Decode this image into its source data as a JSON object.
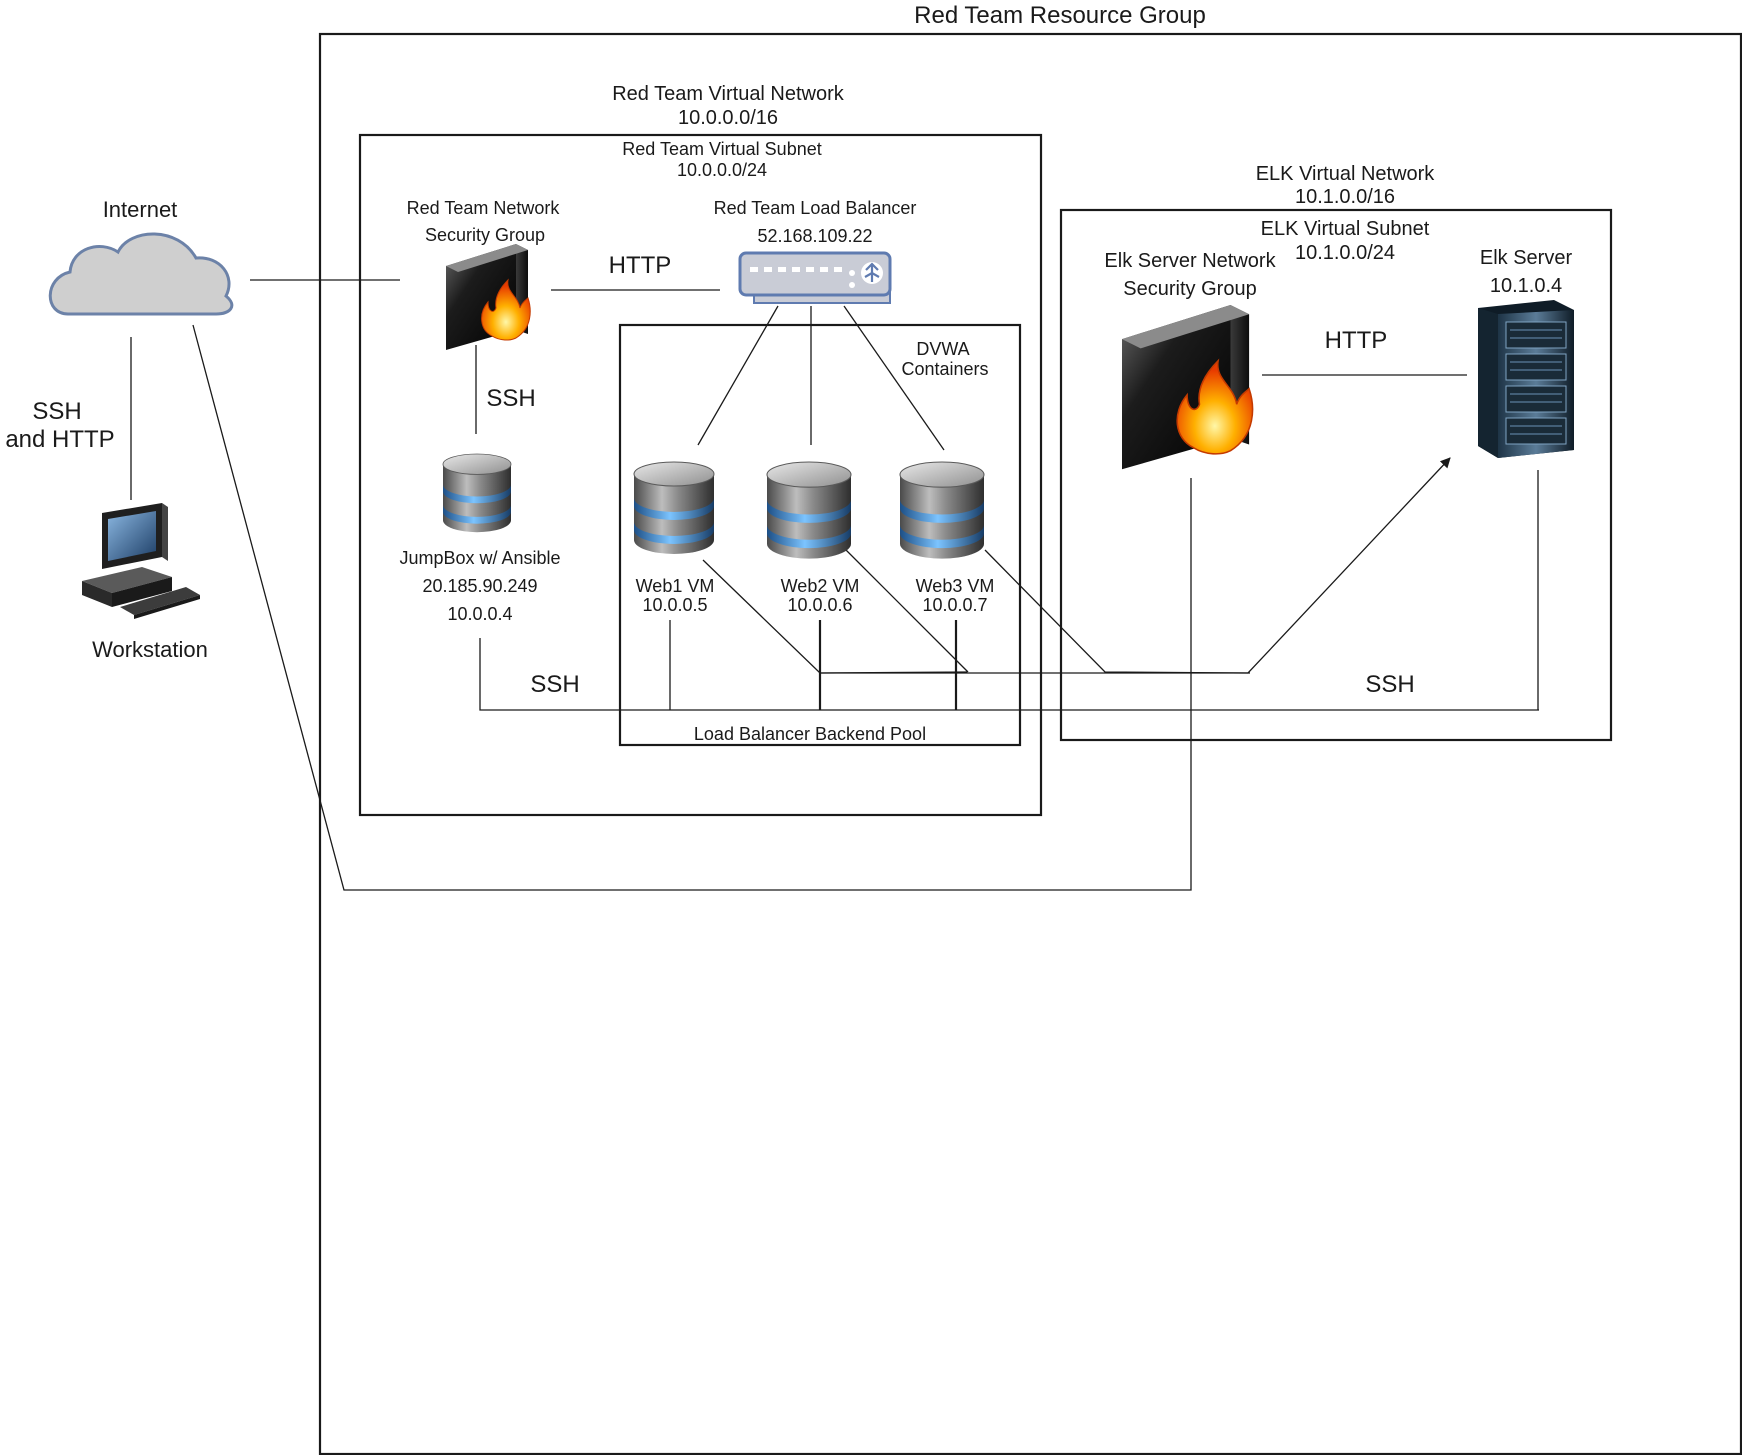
{
  "resource_group": {
    "title": "Red Team Resource Group"
  },
  "red_vnet": {
    "name": "Red Team Virtual Network",
    "cidr": "10.0.0.0/16"
  },
  "red_subnet": {
    "name": "Red Team Virtual Subnet",
    "cidr": "10.0.0.0/24"
  },
  "internet": {
    "label": "Internet"
  },
  "workstation": {
    "label": "Workstation"
  },
  "workstation_link": {
    "line1": "SSH",
    "line2": "and HTTP"
  },
  "red_nsg": {
    "line1": "Red Team Network",
    "line2": "Security Group"
  },
  "load_balancer": {
    "name": "Red Team Load Balancer",
    "ip": "52.168.109.22"
  },
  "jumpbox": {
    "name": "JumpBox w/ Ansible",
    "public_ip": "20.185.90.249",
    "private_ip": "10.0.0.4"
  },
  "dvwa": {
    "line1": "DVWA",
    "line2": "Containers"
  },
  "backend_pool": {
    "label": "Load Balancer Backend Pool"
  },
  "web_vms": [
    {
      "name": "Web1 VM",
      "ip": "10.0.0.5"
    },
    {
      "name": "Web2 VM",
      "ip": "10.0.0.6"
    },
    {
      "name": "Web3 VM",
      "ip": "10.0.0.7"
    }
  ],
  "elk_vnet": {
    "name": "ELK Virtual Network",
    "cidr": "10.1.0.0/16"
  },
  "elk_subnet": {
    "name": "ELK Virtual Subnet",
    "cidr": "10.1.0.0/24"
  },
  "elk_nsg": {
    "line1": "Elk Server Network",
    "line2": "Security Group"
  },
  "elk_server": {
    "name": "Elk Server",
    "ip": "10.1.0.4"
  },
  "links": {
    "nsg_to_lb": "HTTP",
    "nsg_to_jumpbox": "SSH",
    "jumpbox_to_vms": "SSH",
    "elk_nsg_to_server": "HTTP",
    "ssh_to_elk": "SSH"
  },
  "colors": {
    "cloud_fill": "#cfcfcf",
    "cloud_stroke": "#6c82a8",
    "lb_fill": "#c9ccd6",
    "lb_stroke": "#5f7bb0",
    "db_band": "#4a9be0",
    "fire": "#ff7a00"
  },
  "icons": {
    "internet": "cloud-icon",
    "workstation": "workstation-icon",
    "firewall": "firewall-icon",
    "load_balancer": "load-balancer-icon",
    "database": "database-server-icon",
    "rack": "server-rack-icon"
  }
}
